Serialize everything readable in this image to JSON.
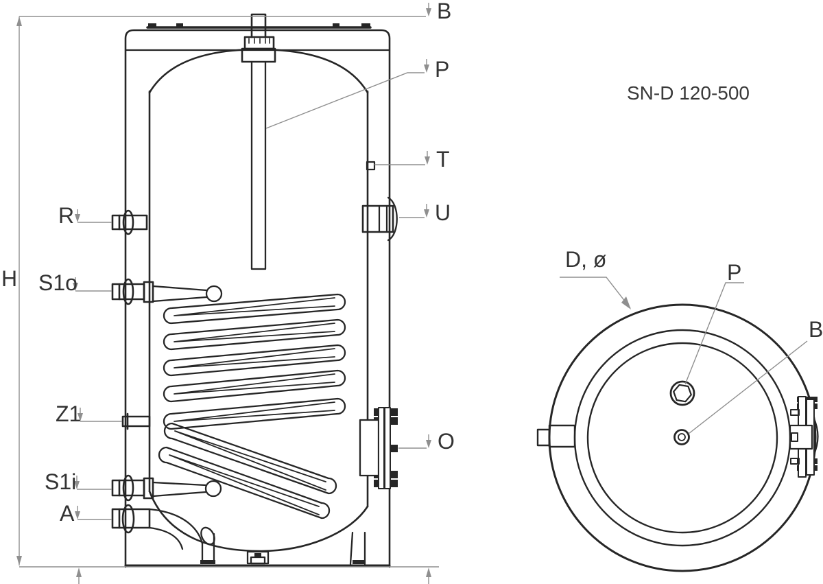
{
  "title": "SN-D 120-500",
  "side_view": {
    "dim_height_label": "H",
    "ports": {
      "B": "B",
      "P": "P",
      "T": "T",
      "U": "U",
      "O": "O",
      "R": "R",
      "S1o": "S1o",
      "Z1": "Z1",
      "S1i": "S1i",
      "A": "A"
    }
  },
  "top_view": {
    "diameter_label": "D, ø",
    "P": "P",
    "B": "B"
  },
  "colors": {
    "drawing_line": "#262626",
    "dimension_line": "#8f8f8f",
    "label_text": "#333333",
    "background": "#ffffff"
  }
}
